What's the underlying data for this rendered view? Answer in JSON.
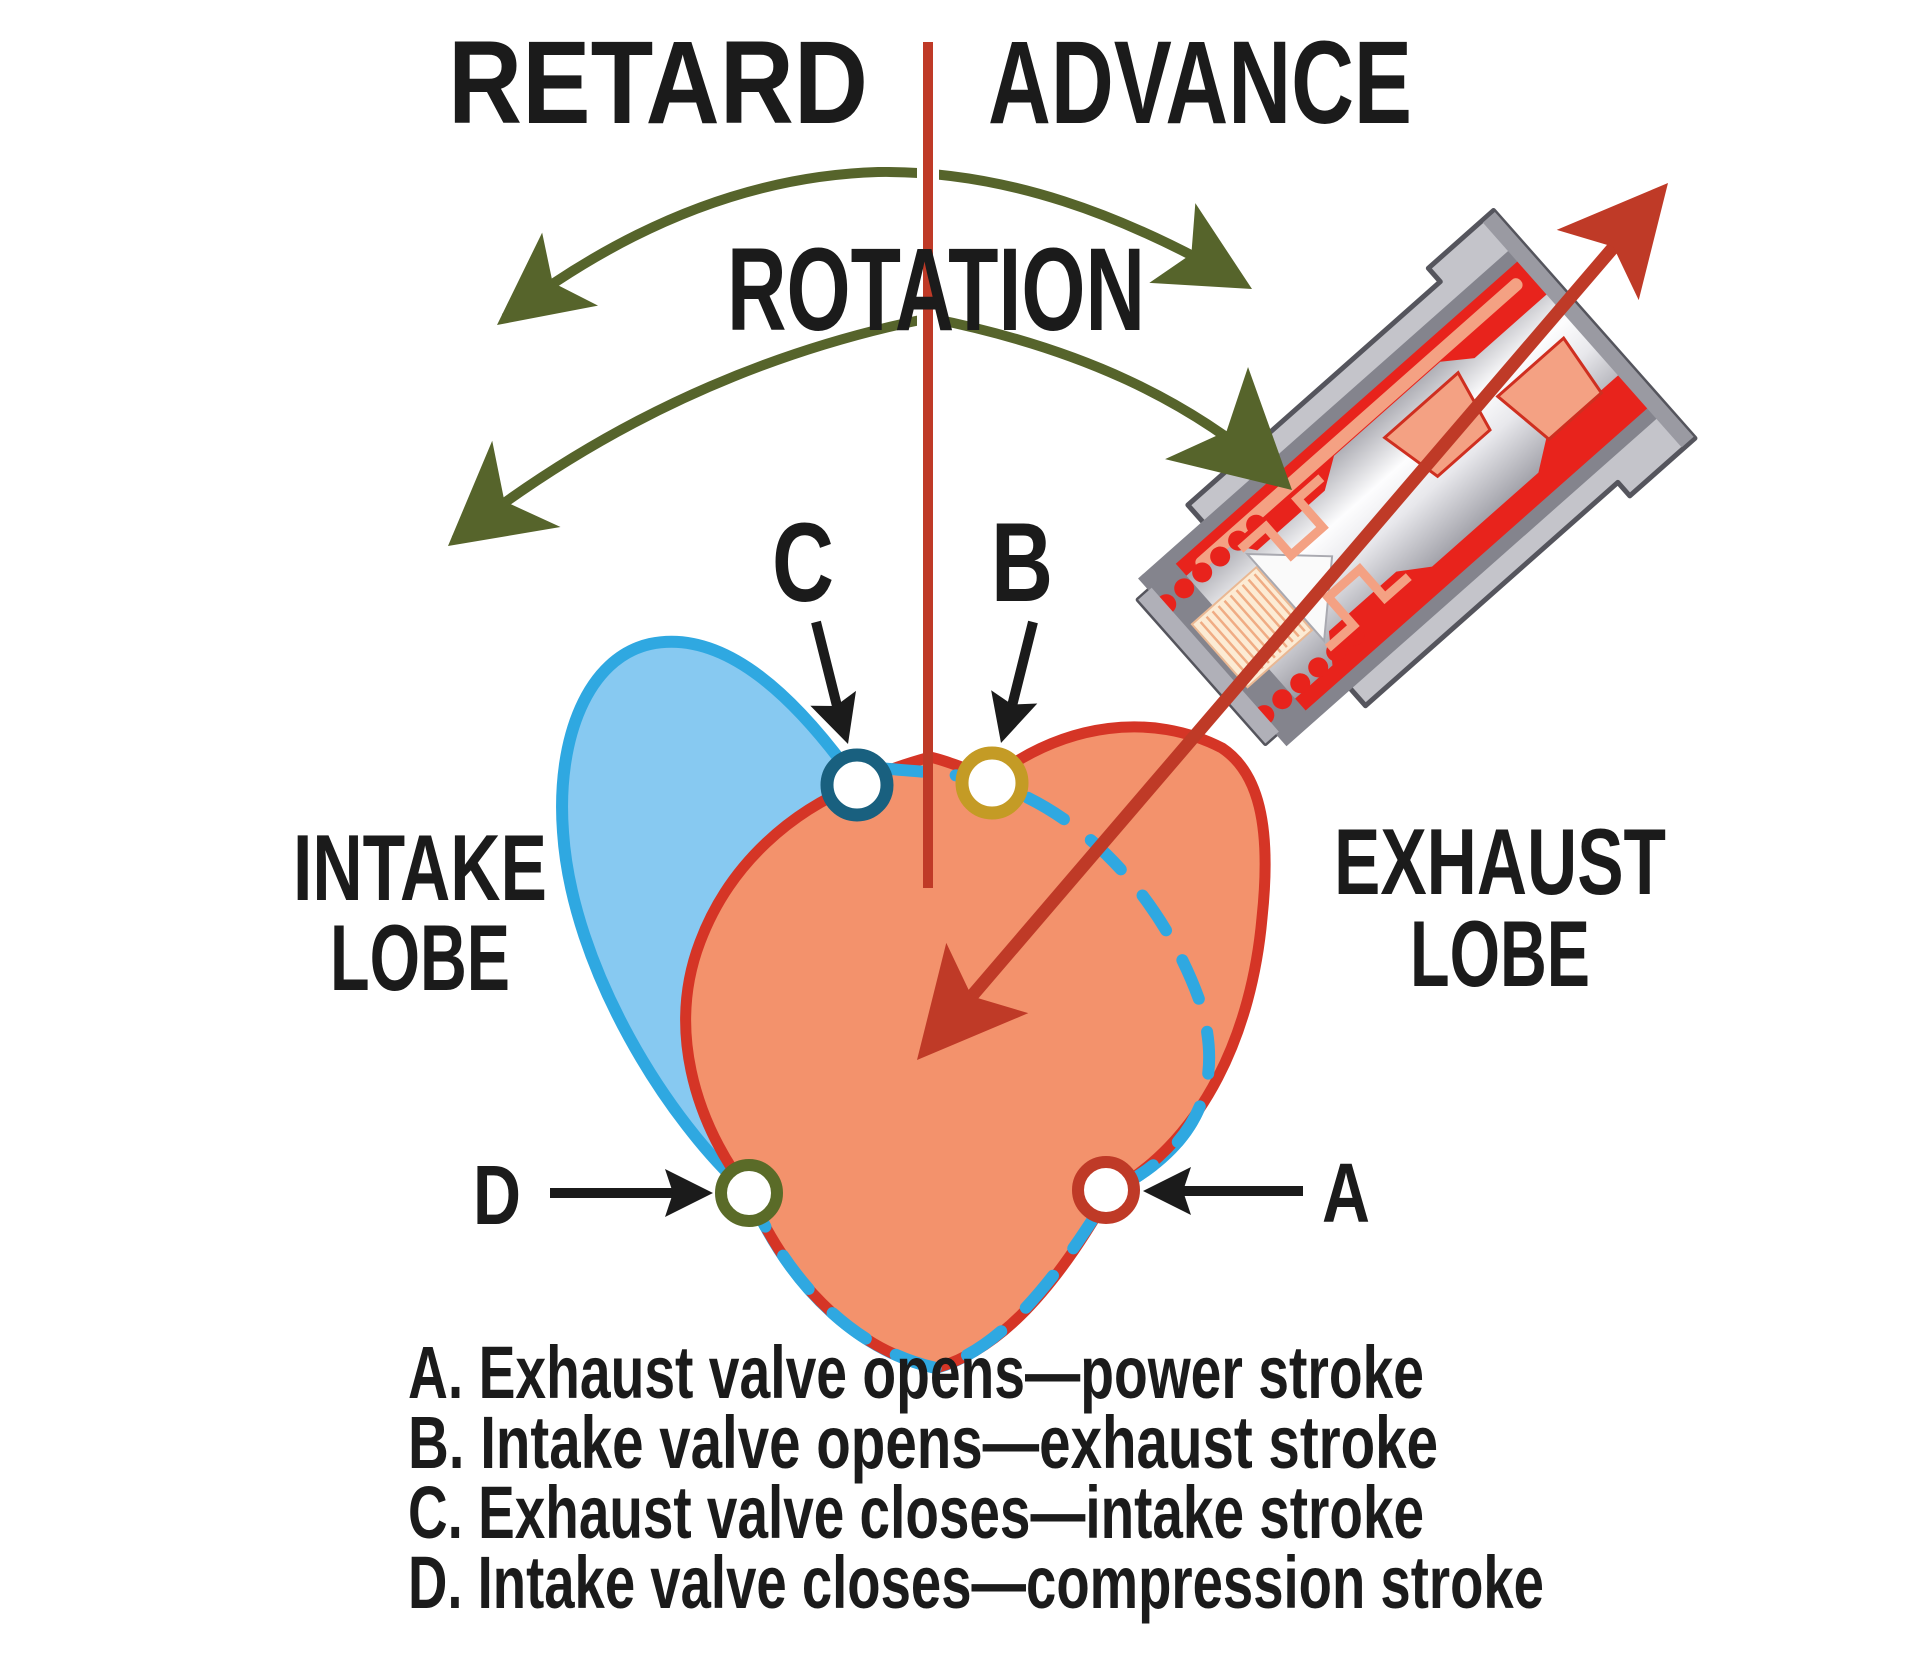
{
  "header": {
    "retard_label": "RETARD",
    "advance_label": "ADVANCE",
    "rotation_label": "ROTATION"
  },
  "lobe_labels": {
    "intake_line1": "INTAKE",
    "intake_line2": "LOBE",
    "exhaust_line1": "EXHAUST",
    "exhaust_line2": "LOBE"
  },
  "point_markers": {
    "a": "A",
    "b": "B",
    "c": "C",
    "d": "D"
  },
  "legend": {
    "items": [
      {
        "text": "A. Exhaust valve opens—power stroke"
      },
      {
        "text": "B. Intake valve opens—exhaust stroke"
      },
      {
        "text": "C. Exhaust valve closes—intake stroke"
      },
      {
        "text": "D. Intake valve closes—compression stroke"
      }
    ]
  },
  "colors": {
    "ink": "#1b1b1b",
    "accent_red": "#bf3a27",
    "lobe_border_red": "#d53526",
    "solenoid_red": "#e8231c",
    "olive_green": "#56642b",
    "intake_fill_blue": "#87c9f1",
    "intake_border_blue": "#2fa8e1",
    "exhaust_fill_orange": "#f3926c",
    "marker_gold": "#c49b25",
    "marker_teal": "#19607f",
    "marker_olive": "#5a6b28",
    "housing_gray": "#c4c4ca",
    "salmon": "#f4a183"
  }
}
